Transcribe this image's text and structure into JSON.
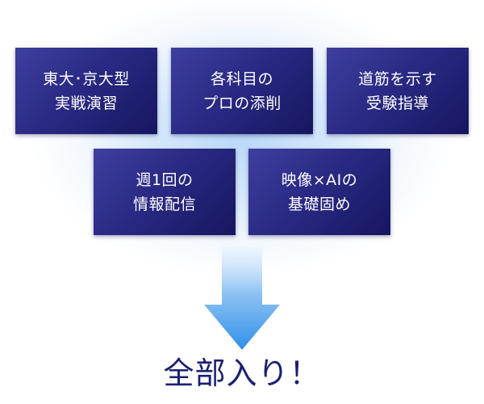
{
  "cards": [
    {
      "label": "東大･京大型\n実戦演習"
    },
    {
      "label": "各科目の\nプロの添削"
    },
    {
      "label": "道筋を示す\n受験指導"
    },
    {
      "label": "週1回の\n情報配信"
    },
    {
      "label": "映像×AIの\n基礎固め"
    }
  ],
  "slogan": "全部入り！",
  "colors": {
    "card_dark": "#16165f",
    "card_light": "#3f3ea0",
    "arrow_top": "#eaf4fe",
    "arrow_bottom": "#2f90e8",
    "slogan_text": "#1a1f72",
    "glow": "#b4d5f8"
  },
  "icons": {
    "arrow": "down-arrow-icon"
  }
}
